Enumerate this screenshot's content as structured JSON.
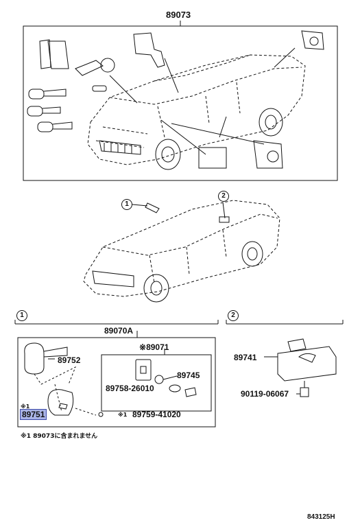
{
  "labels": {
    "top_part": "89073",
    "group_part": "89070A",
    "part_89071": "89071",
    "part_89752": "89752",
    "part_89745": "89745",
    "part_89758": "89758-26010",
    "part_89751": "89751",
    "part_89759": "89759-41020",
    "part_89741": "89741",
    "part_90119": "90119-06067",
    "marker_1": "1",
    "marker_2": "2",
    "ref_mark": "※1",
    "ref_mark_asterisk": "※",
    "footnote": "※1  89073に含まれません",
    "diagram_code": "843125H"
  },
  "highlight_color": "#aab4e6"
}
